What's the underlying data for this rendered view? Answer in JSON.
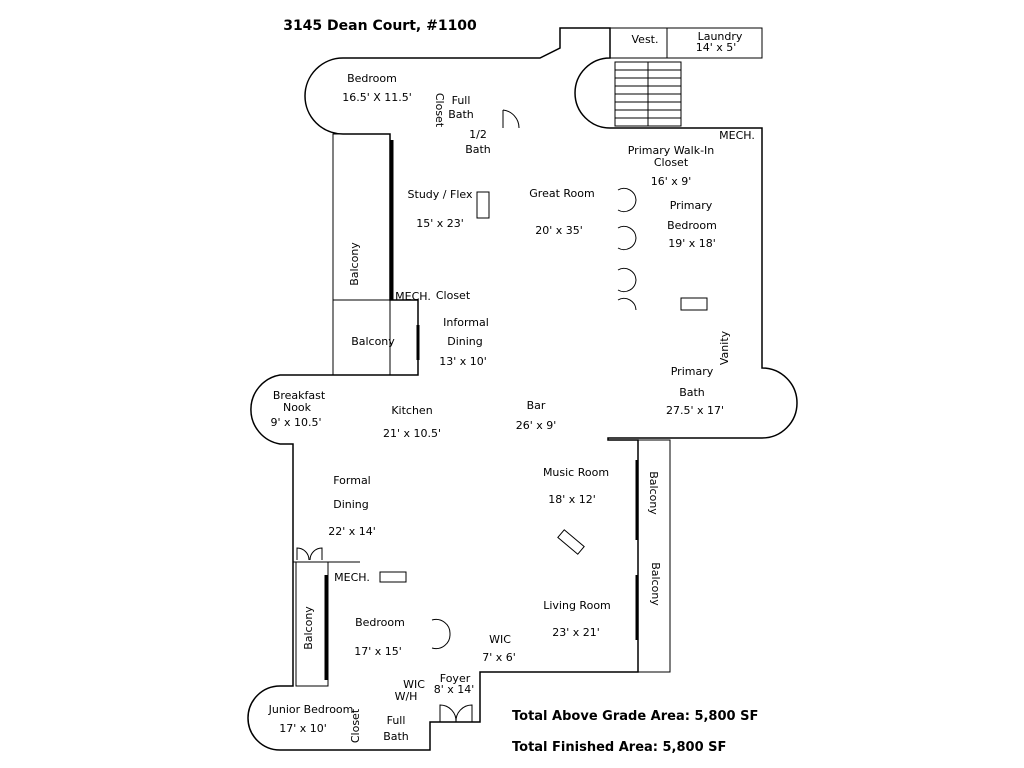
{
  "title": "3145 Dean Court, #1100",
  "totals": {
    "above_grade": "Total Above Grade Area: 5,800 SF",
    "finished": "Total Finished Area: 5,800 SF"
  },
  "rooms": {
    "vest": "Vest.",
    "laundry": "Laundry",
    "laundry_dim": "14' x 5'",
    "bedroom1": "Bedroom",
    "bedroom1_dim": "16.5' X 11.5'",
    "closet1": "Closet",
    "full_bath1_a": "Full",
    "full_bath1_b": "Bath",
    "half_bath_a": "1/2",
    "half_bath_b": "Bath",
    "mech1": "MECH.",
    "primary_wic_a": "Primary Walk-In",
    "primary_wic_b": "Closet",
    "primary_wic_dim": "16' x 9'",
    "study": "Study / Flex",
    "study_dim": "15' x 23'",
    "great_room": "Great Room",
    "great_room_dim": "20' x 35'",
    "primary_bed_a": "Primary",
    "primary_bed_b": "Bedroom",
    "primary_bed_dim": "19' x 18'",
    "balcony1": "Balcony",
    "mech2": "MECH.",
    "closet2": "Closet",
    "balcony2": "Balcony",
    "informal_a": "Informal",
    "informal_b": "Dining",
    "informal_dim": "13' x 10'",
    "vanity": "Vanity",
    "primary_bath_a": "Primary",
    "primary_bath_b": "Bath",
    "primary_bath_dim": "27.5' x 17'",
    "breakfast_a": "Breakfast",
    "breakfast_b": "Nook",
    "breakfast_dim": "9' x 10.5'",
    "kitchen": "Kitchen",
    "kitchen_dim": "21' x 10.5'",
    "bar": "Bar",
    "bar_dim": "26' x 9'",
    "music": "Music Room",
    "music_dim": "18' x 12'",
    "balcony3": "Balcony",
    "formal_a": "Formal",
    "formal_b": "Dining",
    "formal_dim": "22' x 14'",
    "balcony4": "Balcony",
    "mech3": "MECH.",
    "balcony5": "Balcony",
    "bedroom2": "Bedroom",
    "bedroom2_dim": "17' x 15'",
    "living": "Living Room",
    "living_dim": "23' x 21'",
    "wic": "WIC",
    "wic_dim": "7' x 6'",
    "wic_wh_a": "WIC",
    "wic_wh_b": "W/H",
    "foyer": "Foyer",
    "foyer_dim": "8' x 14'",
    "junior": "Junior Bedroom",
    "junior_dim": "17' x 10'",
    "closet3": "Closet",
    "full_bath2_a": "Full",
    "full_bath2_b": "Bath"
  }
}
